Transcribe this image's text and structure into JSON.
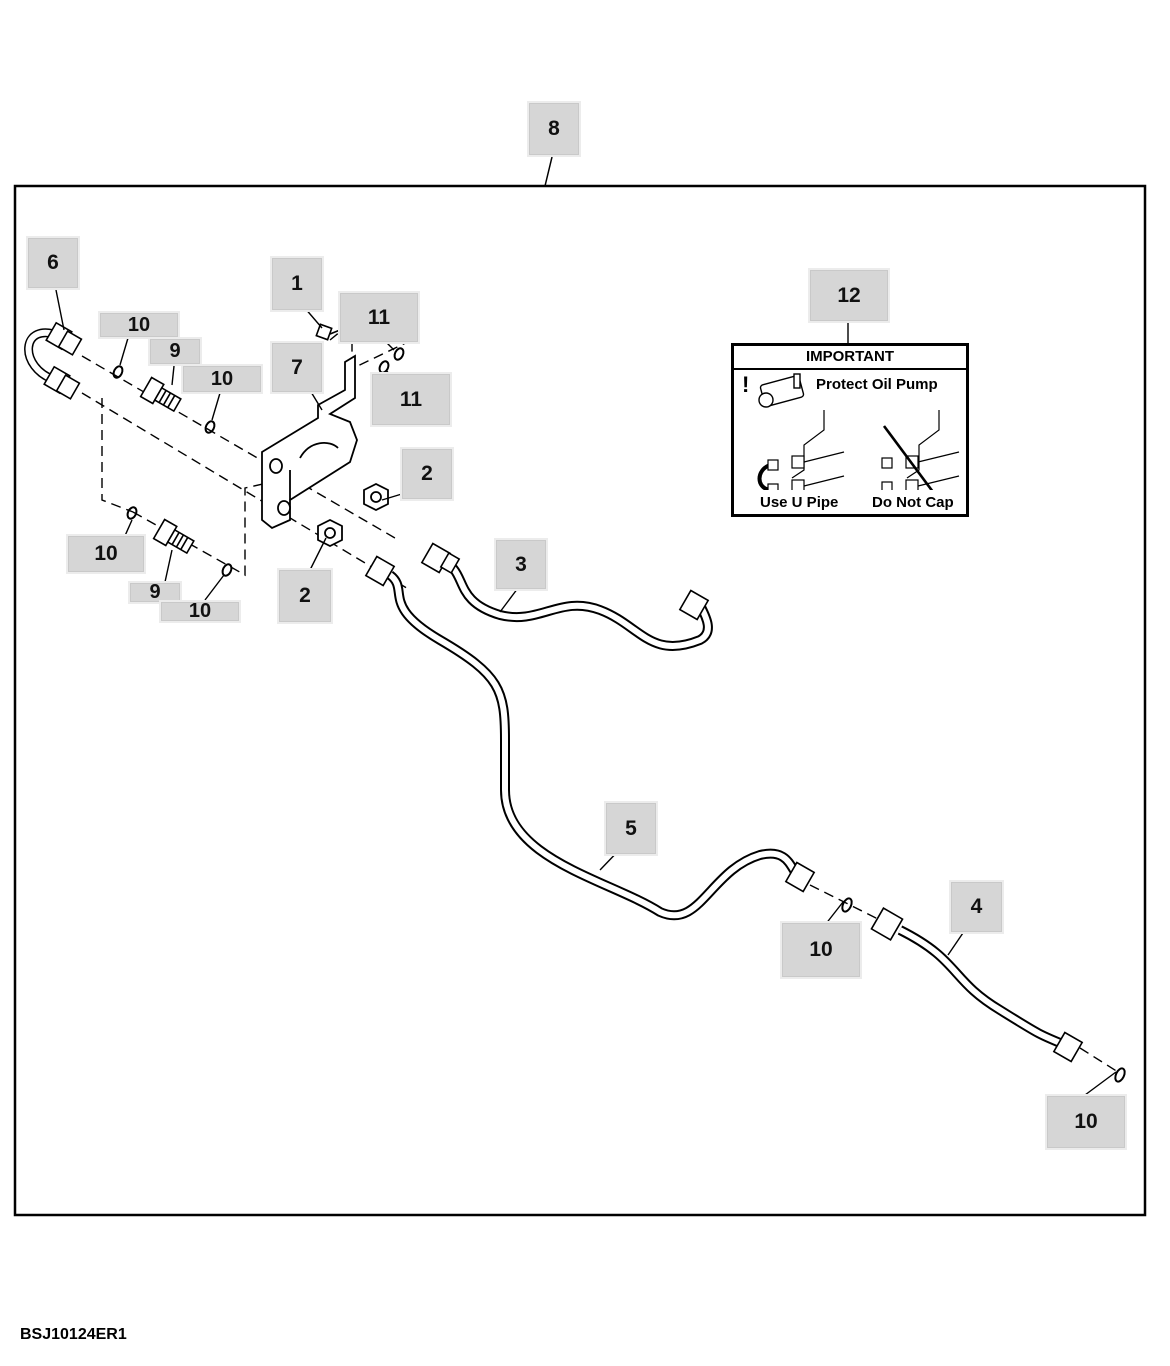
{
  "callouts": {
    "c1": "1",
    "c2a": "2",
    "c2b": "2",
    "c3": "3",
    "c4": "4",
    "c5": "5",
    "c6": "6",
    "c7": "7",
    "c8": "8",
    "c9a": "9",
    "c9b": "9",
    "c10a": "10",
    "c10b": "10",
    "c10c": "10",
    "c10d": "10",
    "c10e": "10",
    "c10f": "10",
    "c11a": "11",
    "c11b": "11",
    "c12": "12"
  },
  "label": {
    "title": "IMPORTANT",
    "warning": "Protect Oil Pump",
    "left_caption": "Use U Pipe",
    "right_caption": "Do Not Cap",
    "exclamation": "!"
  },
  "figure_code": "BSJ10124ER1",
  "colors": {
    "callout_fill": "#d6d6d6",
    "line": "#000000"
  }
}
